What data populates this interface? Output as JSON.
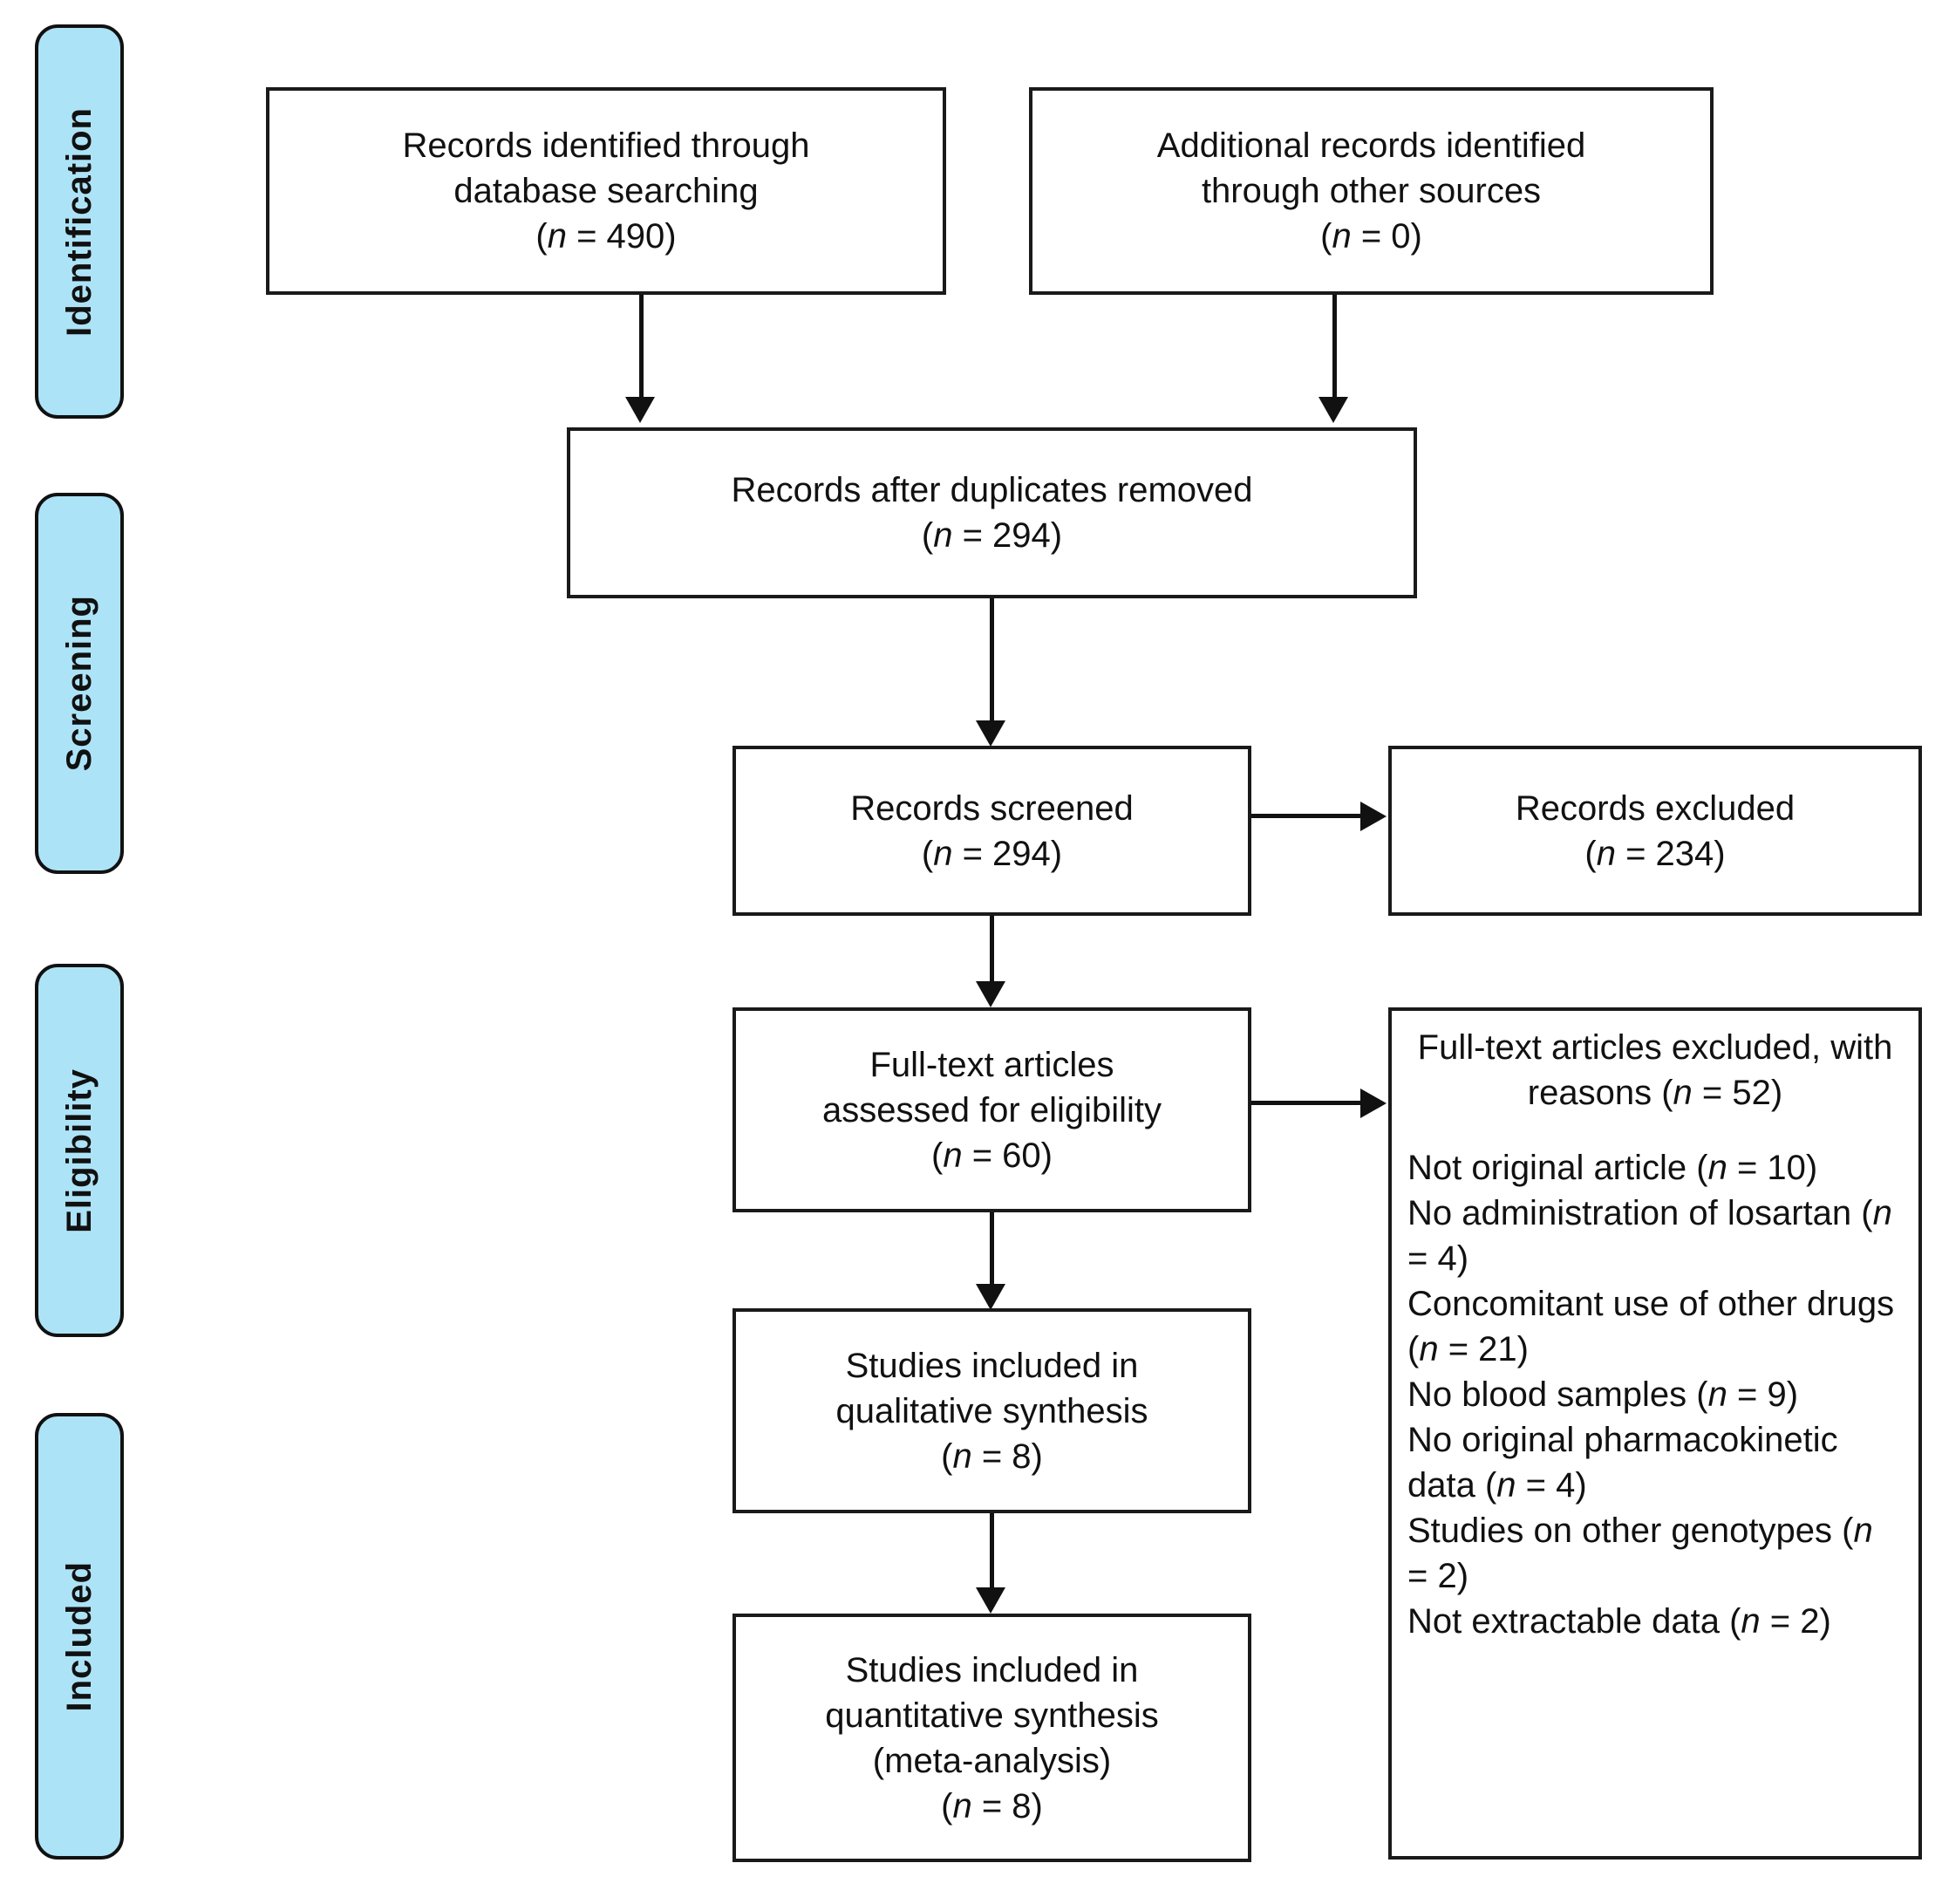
{
  "diagram": {
    "title": "PRISMA flow diagram",
    "accent_color": "#ADE3F7",
    "line_color": "#111111",
    "box_border_color": "#1a1a1a"
  },
  "stages": [
    {
      "id": "identification",
      "label": "Identification"
    },
    {
      "id": "screening",
      "label": "Screening"
    },
    {
      "id": "eligibility",
      "label": "Eligibility"
    },
    {
      "id": "included",
      "label": "Included"
    }
  ],
  "boxes": {
    "records_database": {
      "line1": "Records identified through",
      "line2": "database searching",
      "count_prefix": "(",
      "count_n": "n",
      "count_eq": " = 490)",
      "count_text": "(n = 490)"
    },
    "records_other": {
      "line1": "Additional records identified",
      "line2": "through other sources",
      "count_text": "(n = 0)"
    },
    "after_duplicates": {
      "line1": "Records after duplicates removed",
      "count_text": "(n = 294)"
    },
    "records_screened": {
      "line1": "Records screened",
      "count_text": "(n = 294)"
    },
    "records_excluded": {
      "line1": "Records excluded",
      "count_text": "(n = 234)"
    },
    "fulltext_assessed": {
      "line1": "Full-text articles",
      "line2": "assessed for eligibility",
      "count_text": "(n = 60)"
    },
    "fulltext_excluded": {
      "line1": "Full-text articles excluded,",
      "line2": "with reasons",
      "count_text": "(n = 52)",
      "reasons": [
        "Not original article (n = 10)",
        "No administration of losartan (n = 4)",
        "Concomitant use of other drugs (n = 21)",
        "No blood samples (n = 9)",
        "No original pharmacokinetic data (n = 4)",
        "Studies on other genotypes (n = 2)",
        "Not extractable data (n = 2)"
      ]
    },
    "qualitative": {
      "line1": "Studies included in",
      "line2": "qualitative synthesis",
      "count_text": "(n = 8)"
    },
    "quantitative": {
      "line1": "Studies included in",
      "line2": "quantitative synthesis",
      "line3": "(meta-analysis)",
      "count_text": "(n = 8)"
    }
  }
}
